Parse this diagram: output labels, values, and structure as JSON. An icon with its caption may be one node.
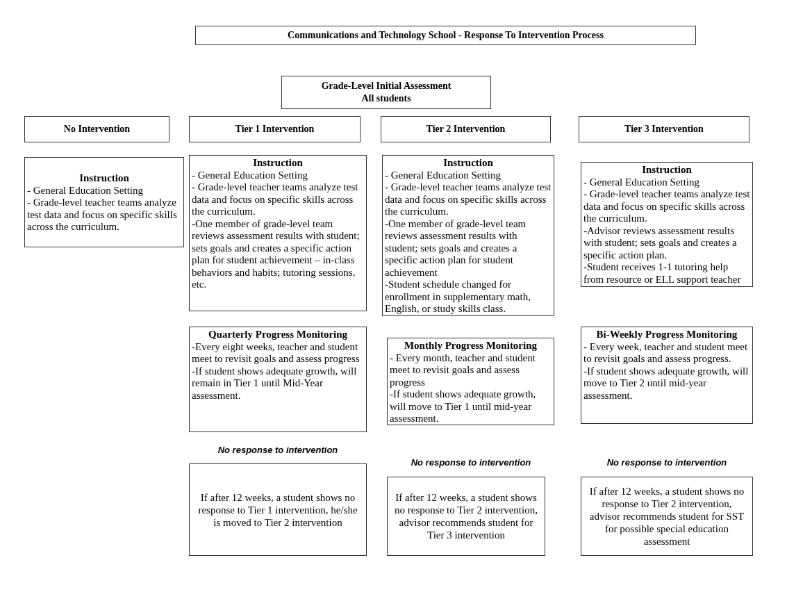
{
  "diagram": {
    "nodes": [
      {
        "text": [
          "Communications and Technology School -  Response To Intervention Process"
        ]
      },
      {
        "text": [
          "Grade-Level Initial Assessment",
          "All students"
        ]
      },
      {
        "text": [
          "No Intervention"
        ]
      },
      {
        "text": [
          "Tier 1 Intervention"
        ]
      },
      {
        "text": [
          "Tier 2 Intervention"
        ]
      },
      {
        "text": [
          "Tier 3 Intervention"
        ]
      },
      {
        "text": [
          "Instruction",
          "- General Education Setting",
          "- Grade-level teacher teams analyze test data and focus on specific skills across the curriculum."
        ]
      },
      {
        "text": [
          "Instruction",
          "- General Education Setting",
          "- Grade-level teacher teams analyze test data and focus on specific skills across the curriculum.",
          "-One member of grade-level team reviews assessment results with student; sets goals and creates a specific action plan for student achievement – in-class behaviors and habits; tutoring sessions, etc."
        ]
      },
      {
        "text": [
          "Instruction",
          "- General Education Setting",
          "- Grade-level teacher teams analyze test data and focus on specific skills across the curriculum.",
          "-One member of grade-level team reviews assessment results with student; sets goals and creates a specific action plan for student achievement",
          "-Student schedule changed for enrollment in supplementary math, English, or study skills class."
        ]
      },
      {
        "text": [
          "Instruction",
          "- General Education Setting",
          "- Grade-level teacher teams analyze test data and focus on specific skills across the curriculum.",
          "-Advisor reviews assessment results with student; sets goals and creates a specific action plan.",
          "-Student receives 1-1 tutoring help from resource or ELL support teacher"
        ]
      },
      {
        "text": [
          "Quarterly Progress Monitoring",
          "-Every eight weeks, teacher and student meet to revisit goals and assess progress",
          "-If student shows adequate growth, will remain in Tier 1 until Mid-Year assessment."
        ]
      },
      {
        "text": [
          "Monthly Progress Monitoring",
          "- Every month, teacher and student meet to revisit goals and assess progress",
          "-If student shows adequate growth, will move to Tier 1 until mid-year assessment."
        ]
      },
      {
        "text": [
          "Bi-Weekly Progress Monitoring",
          "- Every week, teacher and student meet to revisit goals and assess progress.",
          "-If student shows adequate growth, will move to Tier 2 until mid-year assessment."
        ]
      },
      {
        "text": [
          "If after 12 weeks, a student shows no response to Tier 1 intervention, he/she is moved to Tier 2 intervention"
        ]
      },
      {
        "text": [
          "If after 12 weeks, a student shows no response to Tier 2 intervention, advisor recommends student for Tier 3 intervention"
        ]
      },
      {
        "text": [
          "If after 12 weeks, a student shows no response to Tier 2 intervention, advisor recommends student for  SST for possible special education assessment"
        ]
      }
    ],
    "labels": [
      "No response to intervention",
      "No response to intervention",
      "No response to intervention"
    ]
  }
}
